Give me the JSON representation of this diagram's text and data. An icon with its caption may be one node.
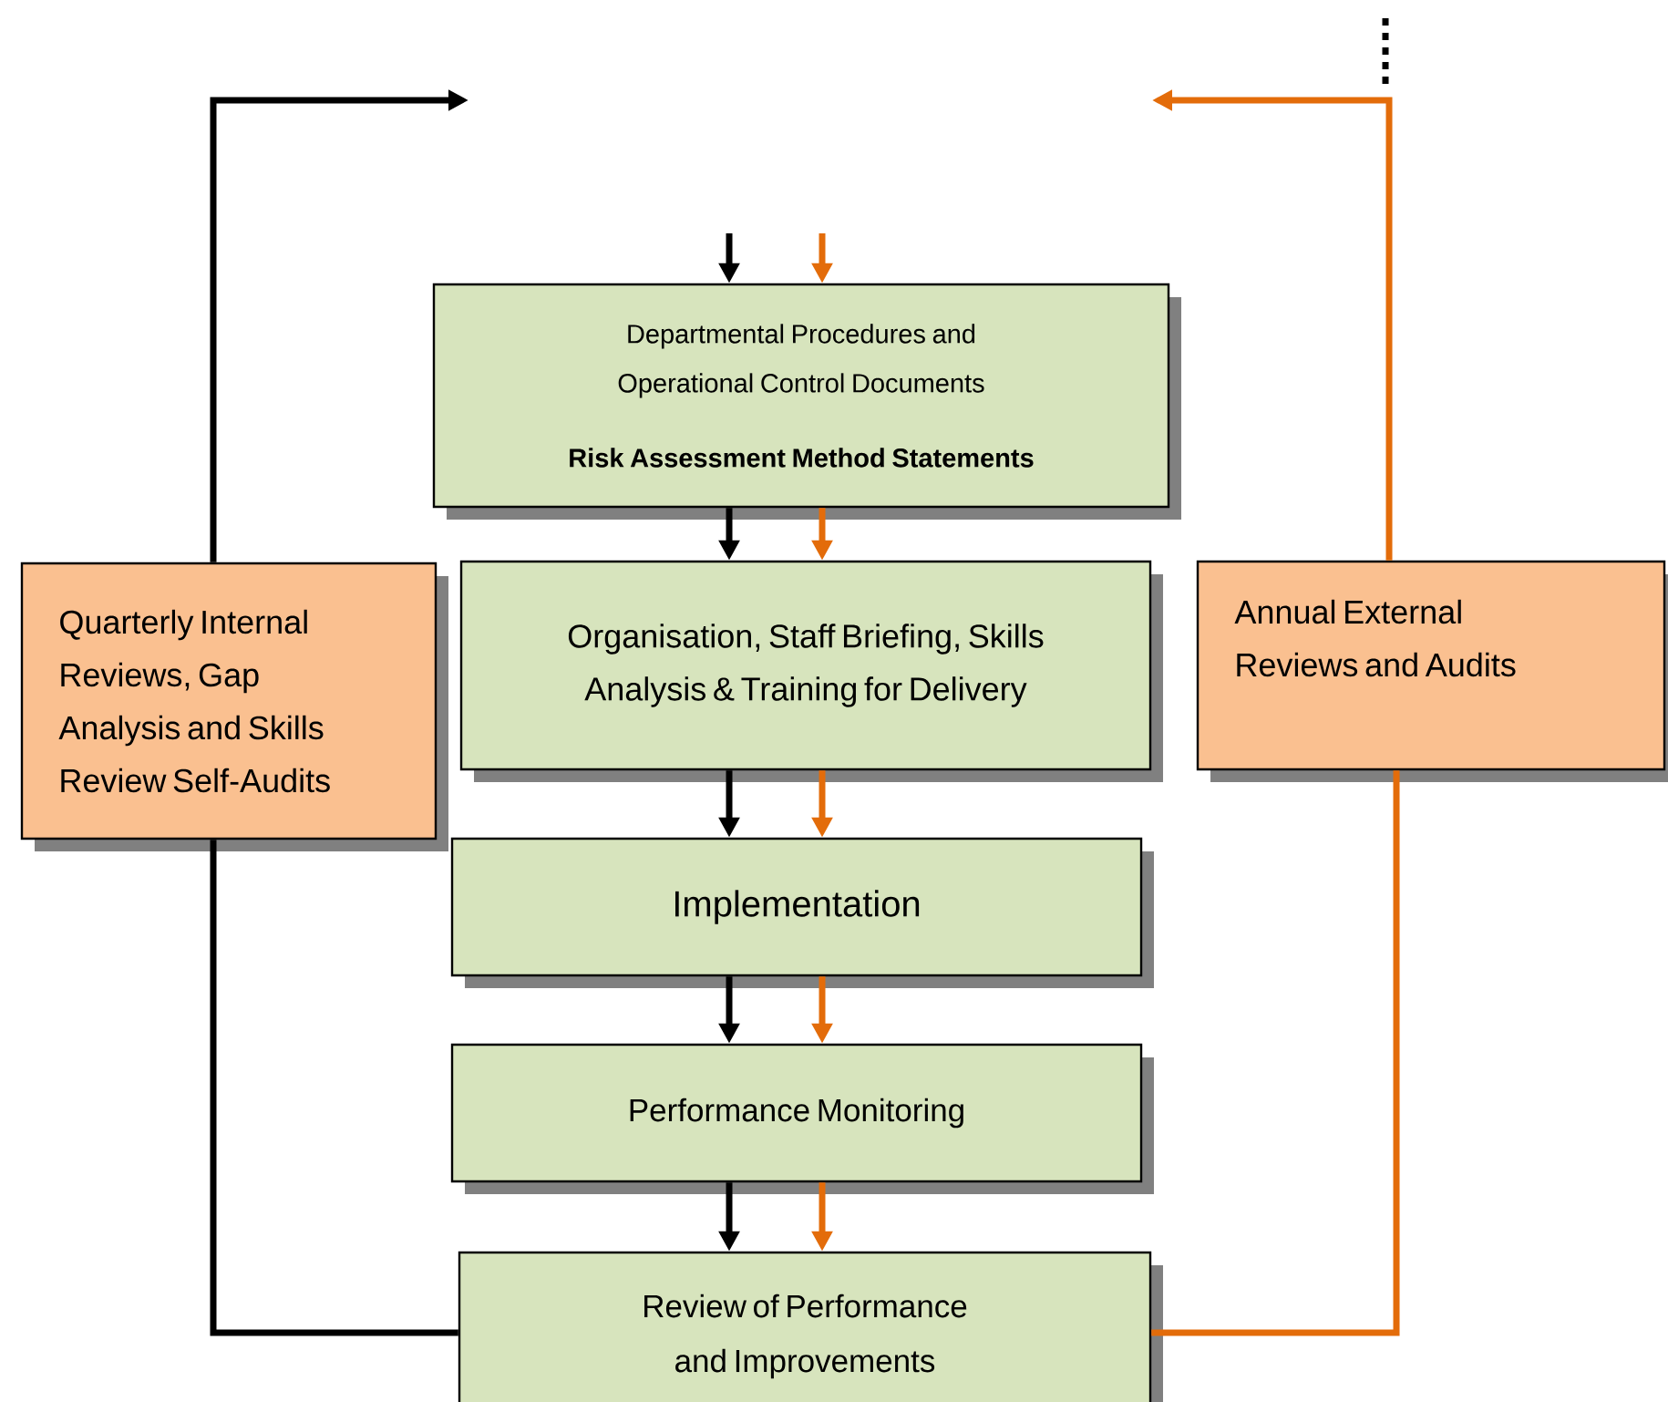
{
  "diagram": {
    "nodes": [
      {
        "text": [
          "Departmental Procedures and Operational Control Documents",
          "Risk Assessment Method Statements"
        ]
      },
      {
        "text": [
          "Organisation, Staff Briefing, Skills Analysis & Training for Delivery"
        ]
      },
      {
        "text": [
          "Implementation"
        ]
      },
      {
        "text": [
          "Performance Monitoring"
        ]
      },
      {
        "text": [
          "Review of Performance and Improvements"
        ]
      },
      {
        "text": [
          "Quarterly Internal Reviews, Gap Analysis and Skills Review Self-Audits"
        ]
      },
      {
        "text": [
          "Annual External Reviews and Audits"
        ]
      }
    ],
    "edges": [
      {
        "from": null,
        "to": 0,
        "arrow": "to"
      },
      {
        "from": null,
        "to": 0,
        "arrow": "to",
        "color": "#e36c0a"
      },
      {
        "from": 0,
        "to": 1,
        "arrow": "to"
      },
      {
        "from": 0,
        "to": 1,
        "arrow": "to",
        "color": "#e36c0a"
      },
      {
        "from": 1,
        "to": 2,
        "arrow": "to"
      },
      {
        "from": 1,
        "to": 2,
        "arrow": "to",
        "color": "#e36c0a"
      },
      {
        "from": 2,
        "to": 3,
        "arrow": "to"
      },
      {
        "from": 2,
        "to": 3,
        "arrow": "to",
        "color": "#e36c0a"
      },
      {
        "from": 3,
        "to": 4,
        "arrow": "to"
      },
      {
        "from": 3,
        "to": 4,
        "arrow": "to",
        "color": "#e36c0a"
      },
      {
        "from": 4,
        "to": 5,
        "arrow": "none"
      },
      {
        "from": 5,
        "to": null,
        "arrow": "to"
      },
      {
        "from": 4,
        "to": 6,
        "arrow": "none",
        "color": "#e36c0a"
      },
      {
        "from": 6,
        "to": null,
        "arrow": "to",
        "color": "#e36c0a"
      }
    ]
  }
}
